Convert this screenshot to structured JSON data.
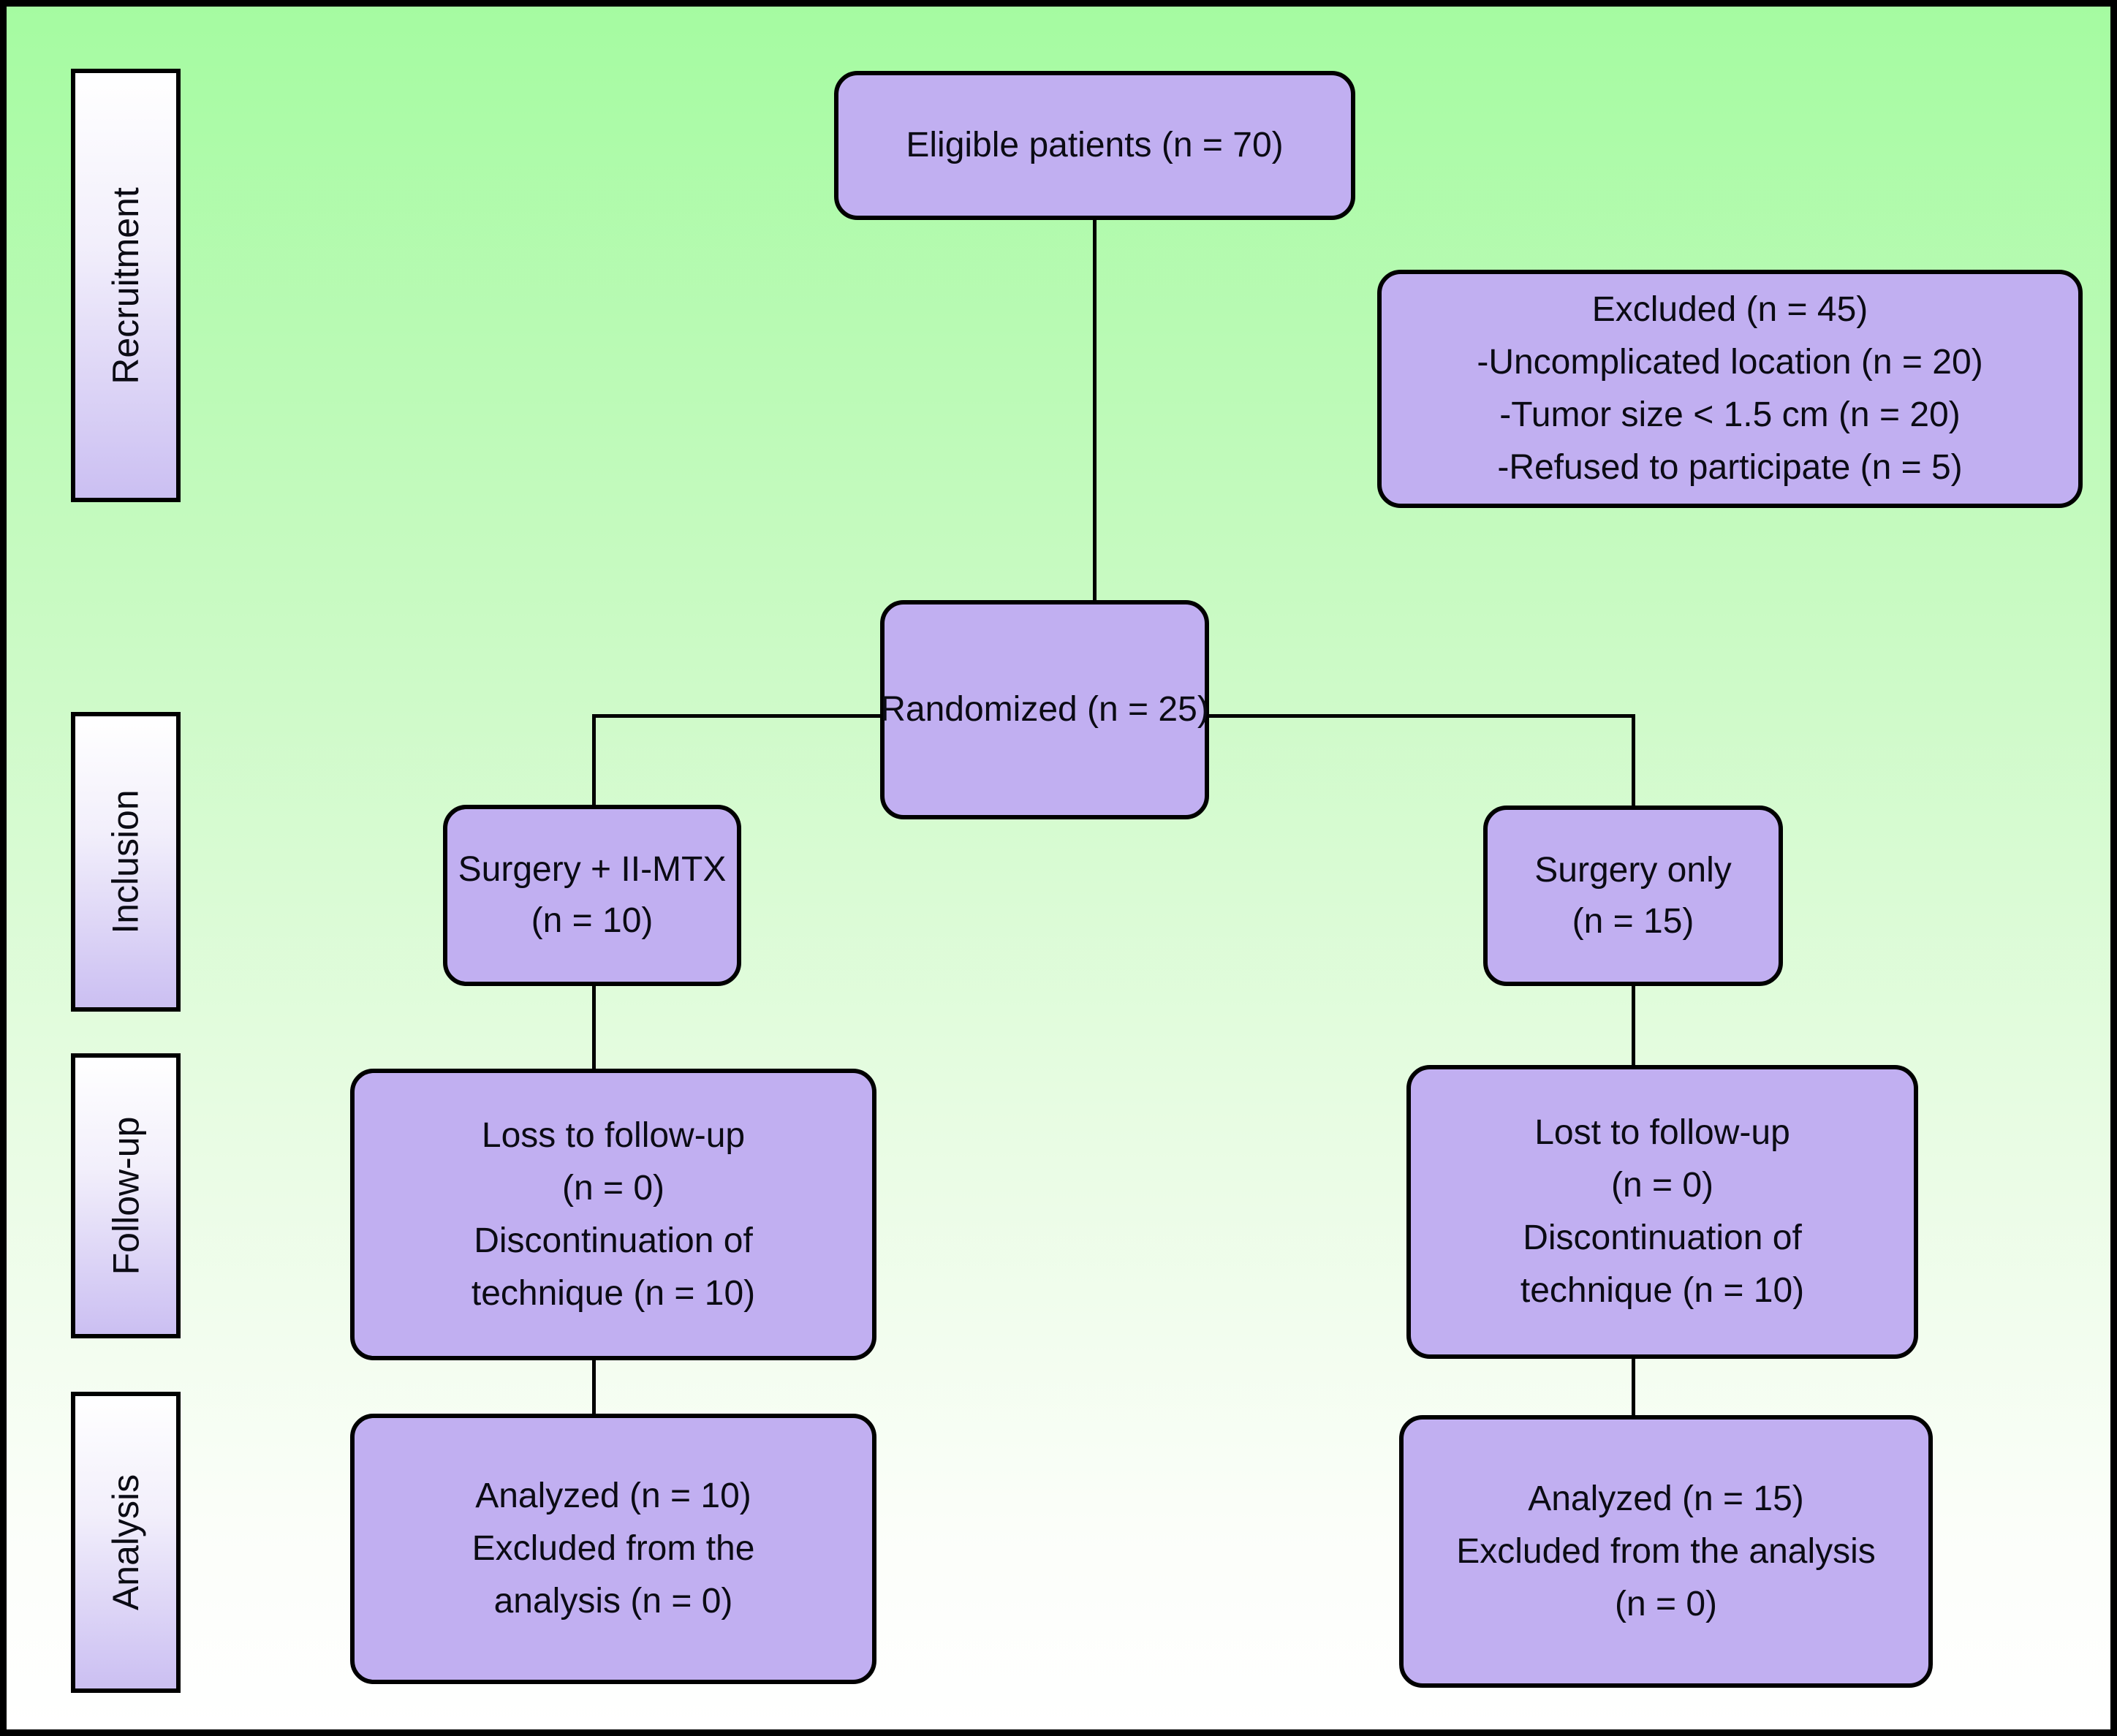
{
  "figure": {
    "type": "consort-flow-diagram",
    "stage_labels": [
      {
        "label": "Recruitment"
      },
      {
        "label": "Inclusion"
      },
      {
        "label": "Follow-up"
      },
      {
        "label": "Analysis"
      }
    ],
    "boxes": {
      "eligible": {
        "lines": [
          "Eligible patients (n = 70)"
        ]
      },
      "excluded": {
        "lines": [
          "Excluded (n = 45)",
          "-Uncomplicated location (n = 20)",
          "-Tumor size < 1.5 cm (n = 20)",
          "-Refused to participate (n = 5)"
        ]
      },
      "randomized": {
        "lines": [
          "Randomized (n = 25)"
        ]
      },
      "surgery_mtx": {
        "lines": [
          "Surgery + II-MTX",
          "(n = 10)"
        ]
      },
      "surgery_only": {
        "lines": [
          "Surgery only",
          "(n = 15)"
        ]
      },
      "followup_left": {
        "lines": [
          "Loss to follow-up",
          "(n = 0)",
          "Discontinuation of",
          "technique (n = 10)"
        ]
      },
      "followup_right": {
        "lines": [
          "Lost to follow-up",
          "(n = 0)",
          "Discontinuation of",
          "technique (n = 10)"
        ]
      },
      "analysis_left": {
        "lines": [
          "Analyzed (n = 10)",
          "Excluded from the",
          "analysis (n = 0)"
        ]
      },
      "analysis_right": {
        "lines": [
          "Analyzed (n = 15)",
          "Excluded from the analysis",
          "(n = 0)"
        ]
      }
    },
    "colors": {
      "node_fill": "#c1aff1",
      "node_border": "#000000",
      "background_top_green": "#a5fba1",
      "background_bottom": "#ffffff",
      "stage_label_gradient_bottom": "#cbbff2",
      "connector": "#000000",
      "text": "#0b0b14"
    }
  }
}
